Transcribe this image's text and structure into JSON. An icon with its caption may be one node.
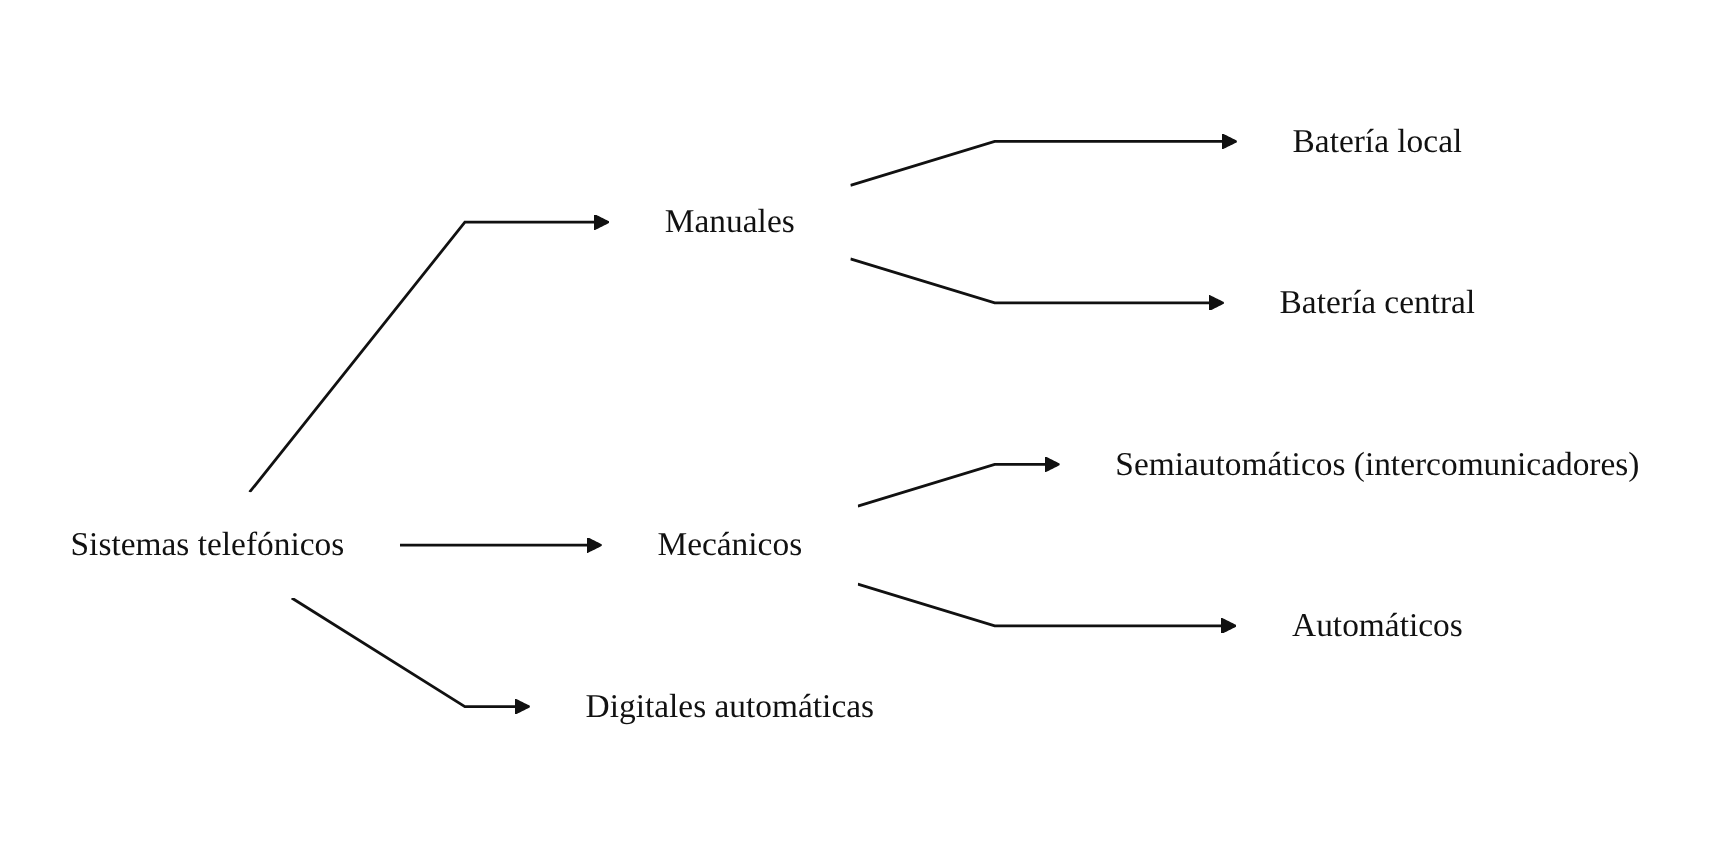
{
  "diagram": {
    "nodes": [
      {
        "text": [
          "Sistemas telefónicos"
        ]
      },
      {
        "text": [
          "Manuales"
        ]
      },
      {
        "text": [
          "Mecánicos"
        ]
      },
      {
        "text": [
          "Digitales automáticas"
        ]
      },
      {
        "text": [
          "Batería local"
        ]
      },
      {
        "text": [
          "Batería central"
        ]
      },
      {
        "text": [
          "Semiautomáticos (intercomunicadores)"
        ]
      },
      {
        "text": [
          "Automáticos"
        ]
      }
    ],
    "edges": [
      {
        "from": 0,
        "to": 1,
        "arrow": "to"
      },
      {
        "from": 0,
        "to": 2,
        "arrow": "to"
      },
      {
        "from": 0,
        "to": 3,
        "arrow": "to"
      },
      {
        "from": 1,
        "to": 4,
        "arrow": "to"
      },
      {
        "from": 1,
        "to": 5,
        "arrow": "to"
      },
      {
        "from": 2,
        "to": 6,
        "arrow": "to"
      },
      {
        "from": 2,
        "to": 7,
        "arrow": "to"
      }
    ]
  }
}
